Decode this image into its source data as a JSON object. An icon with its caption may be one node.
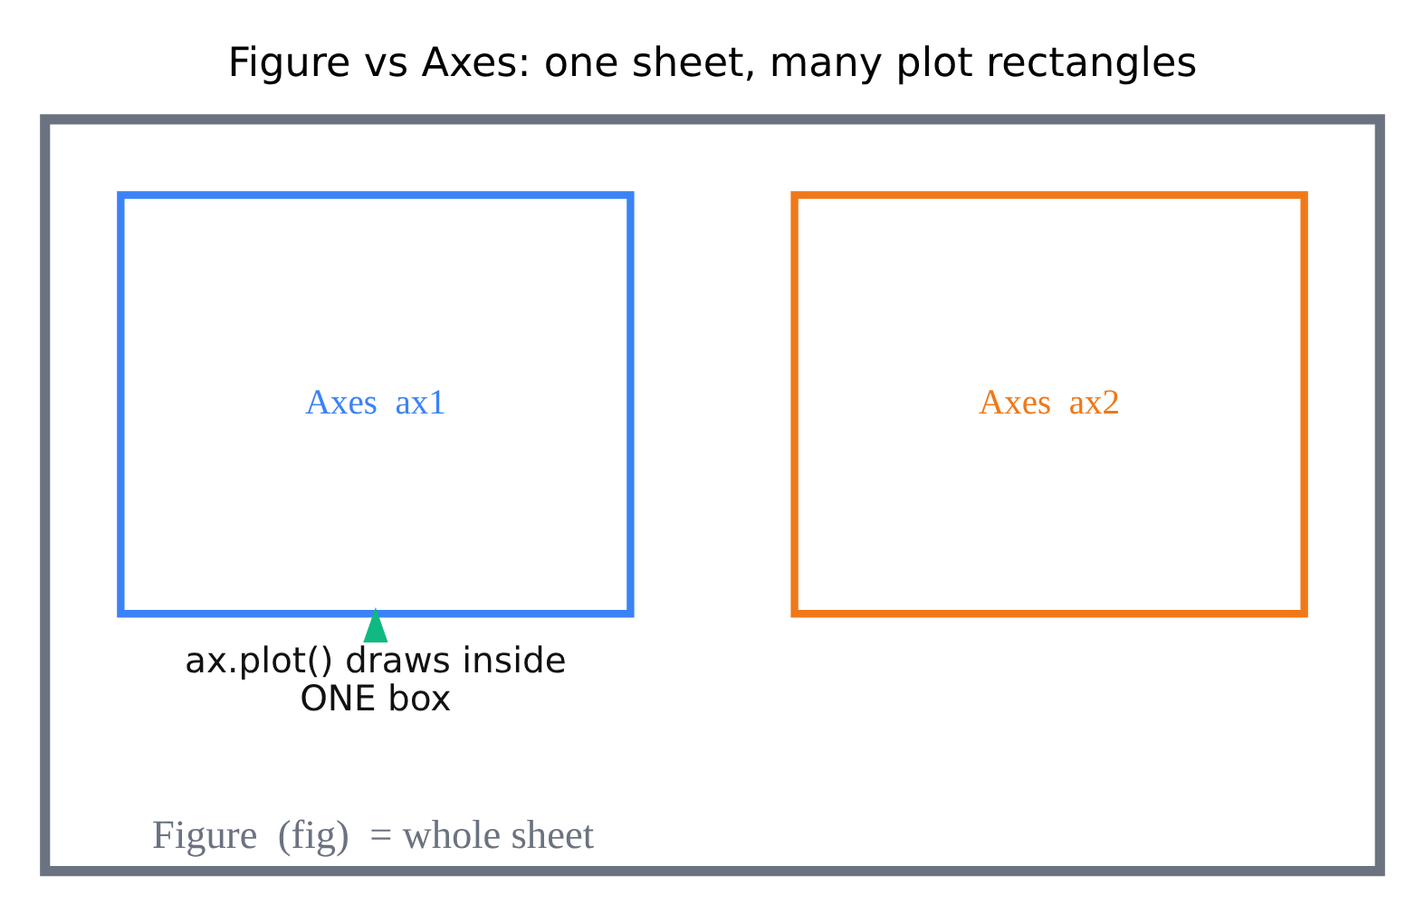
{
  "diagram": {
    "title": "Figure vs Axes: one sheet, many plot rectangles",
    "nodes": [
      {
        "text": [
          "Figure  (fig)  = whole sheet"
        ]
      },
      {
        "text": [
          "Axes  ax1"
        ],
        "in": 0
      },
      {
        "text": [
          "Axes  ax2"
        ],
        "in": 0
      },
      {
        "text": [
          "ax.plot() draws inside ONE box"
        ],
        "in": 0
      }
    ],
    "edges": [
      {
        "from": 3,
        "to": 1,
        "arrow": "to",
        "color": "#10b981"
      }
    ]
  }
}
